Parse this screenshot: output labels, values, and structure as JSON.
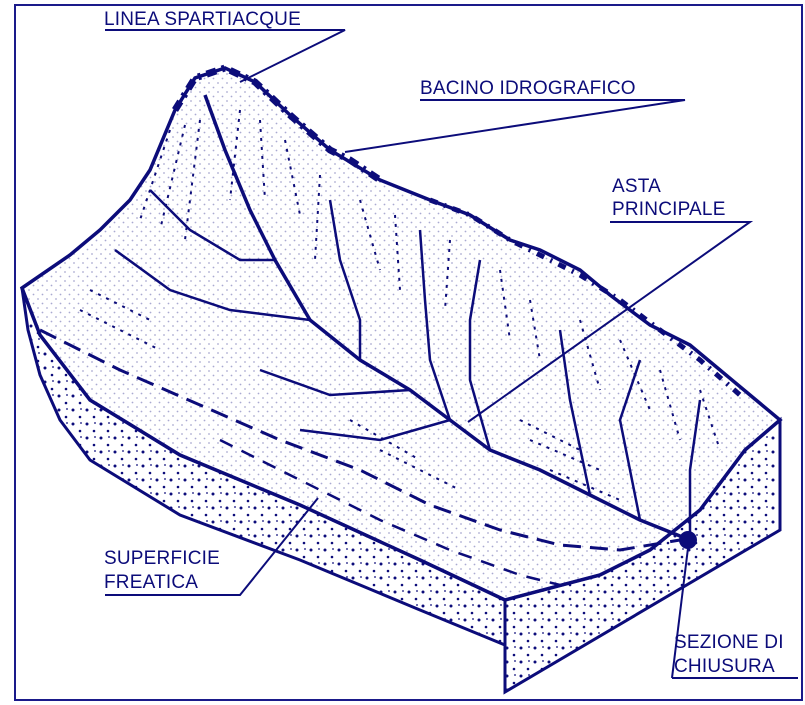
{
  "labels": {
    "watershed_line": "LINEA SPARTIACQUE",
    "basin": "BACINO IDROGRAFICO",
    "main_channel_1": "ASTA",
    "main_channel_2": "PRINCIPALE",
    "water_table_1": "SUPERFICIE",
    "water_table_2": "FREATICA",
    "outlet_1": "SEZIONE DI",
    "outlet_2": "CHIUSURA"
  },
  "colors": {
    "ink": "#0c0c7a",
    "frame": "#1a1a8a",
    "background": "#ffffff"
  }
}
